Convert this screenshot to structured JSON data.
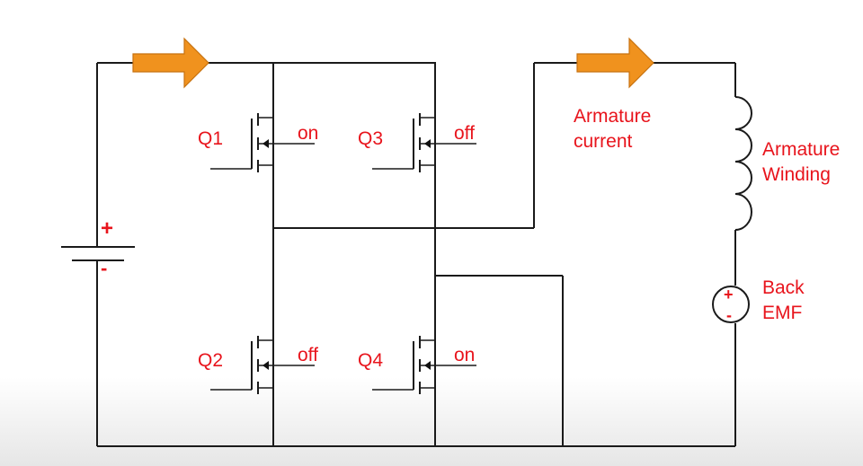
{
  "colors": {
    "wire": "#1a1a1a",
    "label": "#e8141c",
    "arrow": "#f0921e",
    "arrow_stroke": "#c77210"
  },
  "battery": {
    "plus": "+",
    "minus": "-"
  },
  "transistors": [
    {
      "name": "Q1",
      "state": "on"
    },
    {
      "name": "Q3",
      "state": "off"
    },
    {
      "name": "Q2",
      "state": "off"
    },
    {
      "name": "Q4",
      "state": "on"
    }
  ],
  "armature_current": {
    "line1": "Armature",
    "line2": "current"
  },
  "armature_winding": {
    "line1": "Armature",
    "line2": "Winding"
  },
  "back_emf": {
    "line1": "Back",
    "line2": "EMF",
    "plus": "+",
    "minus": "-"
  },
  "icons": [
    "current-arrow-icon",
    "battery-icon",
    "inductor-icon",
    "voltage-source-icon",
    "mosfet-icon"
  ]
}
